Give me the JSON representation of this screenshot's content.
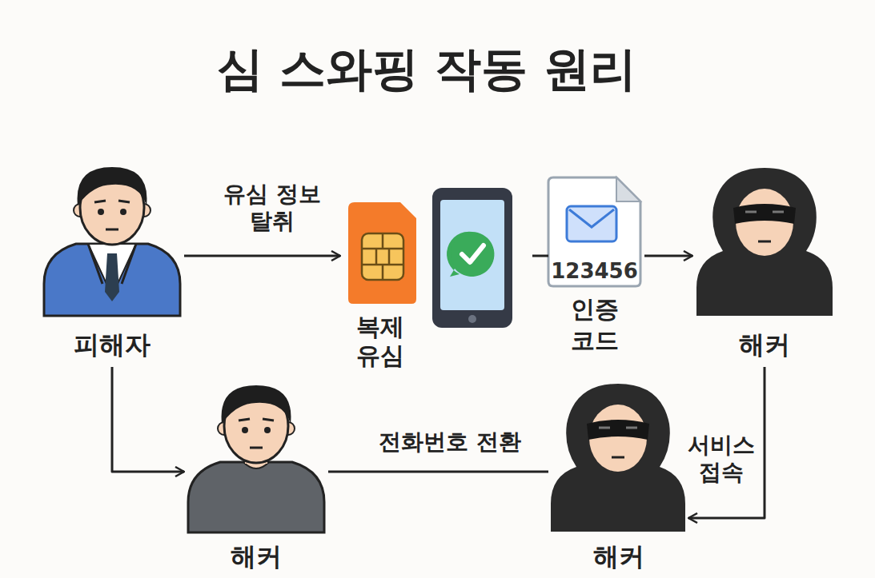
{
  "diagram": {
    "title": "심 스와핑 작동 원리",
    "nodes": [
      {
        "text": [
          "피해자"
        ]
      },
      {
        "text": [
          "복제 유심"
        ]
      },
      {
        "text": [
          "123456",
          "인증 코드"
        ]
      },
      {
        "text": [
          "해커"
        ]
      },
      {
        "text": [
          "해커"
        ]
      },
      {
        "text": [
          "해커"
        ]
      }
    ],
    "edges": [
      {
        "from": 0,
        "to": 1,
        "label": "유심 정보 탈취",
        "arrow": "to"
      },
      {
        "from": 2,
        "to": 3,
        "arrow": "to"
      },
      {
        "from": 0,
        "to": 4,
        "arrow": "to"
      },
      {
        "from": 4,
        "to": 5,
        "label": "전화번호 전환",
        "arrow": "none"
      },
      {
        "from": 3,
        "to": 5,
        "label": "서비스 접속",
        "arrow": "to"
      }
    ]
  }
}
